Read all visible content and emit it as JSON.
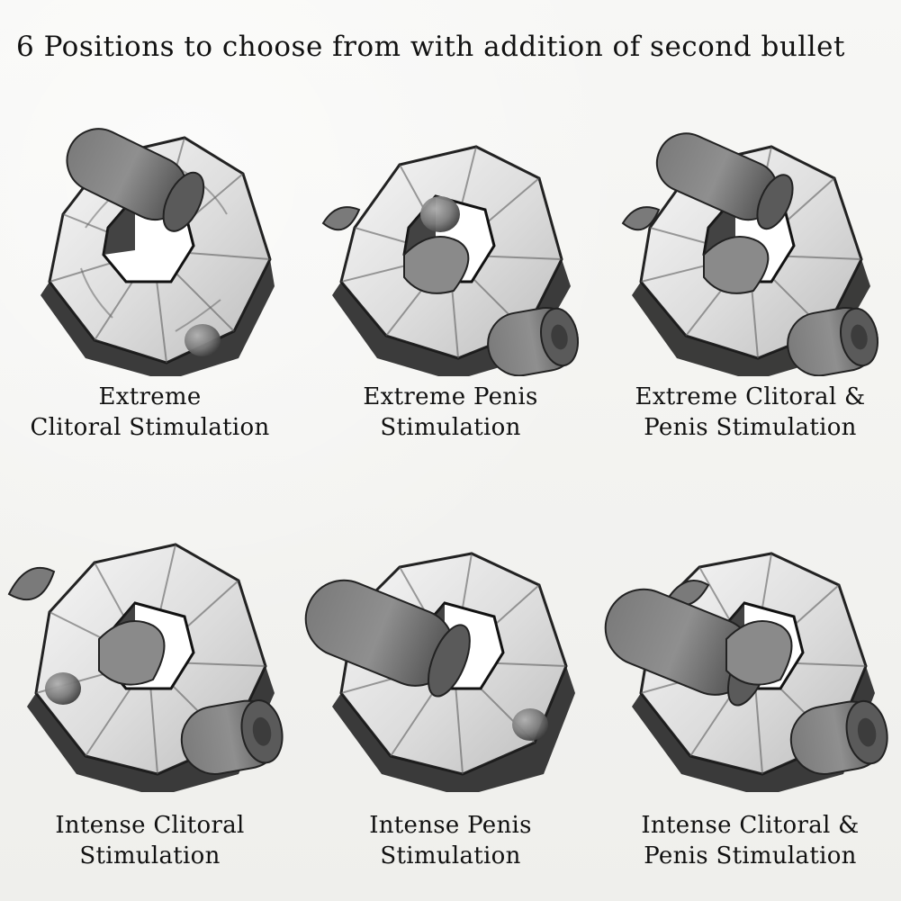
{
  "title": "6 Positions to choose from with addition of second bullet",
  "panels": [
    {
      "caption": [
        "Extreme",
        "Clitoral Stimulation"
      ],
      "art": {
        "type": "diagram",
        "variant": "extreme-clitoral"
      }
    },
    {
      "caption": [
        "Extreme Penis",
        "Stimulation"
      ],
      "art": {
        "type": "diagram",
        "variant": "extreme-penis"
      }
    },
    {
      "caption": [
        "Extreme Clitoral &",
        "Penis Stimulation"
      ],
      "art": {
        "type": "diagram",
        "variant": "extreme-clitoral-penis"
      }
    },
    {
      "caption": [
        "Intense Clitoral",
        "Stimulation"
      ],
      "art": {
        "type": "diagram",
        "variant": "intense-clitoral"
      }
    },
    {
      "caption": [
        "Intense Penis",
        "Stimulation"
      ],
      "art": {
        "type": "diagram",
        "variant": "intense-penis"
      }
    },
    {
      "caption": [
        "Intense Clitoral &",
        "Penis Stimulation"
      ],
      "art": {
        "type": "diagram",
        "variant": "intense-clitoral-penis"
      }
    }
  ]
}
